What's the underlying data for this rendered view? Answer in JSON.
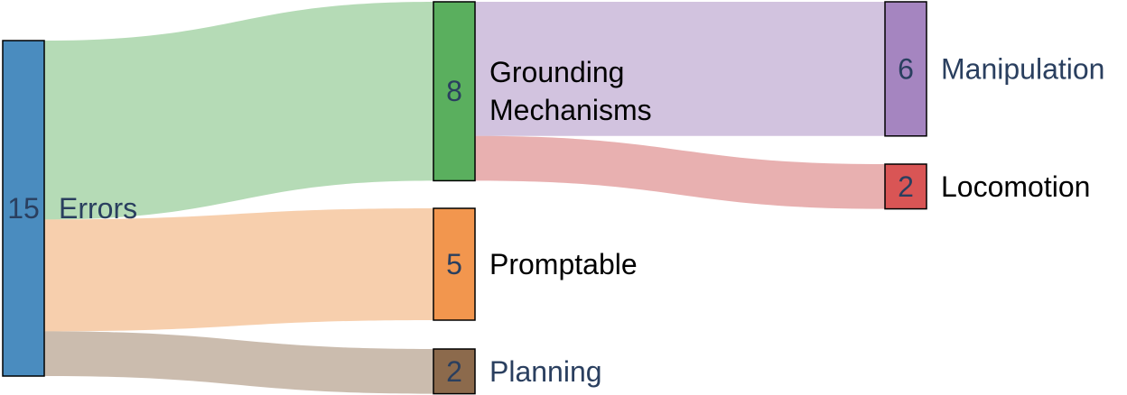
{
  "chart_data": {
    "type": "sankey",
    "nodes": [
      {
        "id": "errors",
        "value": 15,
        "label_lines": [
          "Errors"
        ],
        "label_color": "#2a3f5f",
        "color": "#4a8cbf"
      },
      {
        "id": "grounding",
        "value": 8,
        "label_lines": [
          "Grounding",
          "Mechanisms"
        ],
        "label_color": "#000000",
        "color": "#5aaf5e"
      },
      {
        "id": "promptable",
        "value": 5,
        "label_lines": [
          "Promptable"
        ],
        "label_color": "#000000",
        "color": "#f2964e"
      },
      {
        "id": "planning",
        "value": 2,
        "label_lines": [
          "Planning"
        ],
        "label_color": "#2a3f5f",
        "color": "#8c6a4c"
      },
      {
        "id": "manipulation",
        "value": 6,
        "label_lines": [
          "Manipulation"
        ],
        "label_color": "#2a3f5f",
        "color": "#a585c0"
      },
      {
        "id": "locomotion",
        "value": 2,
        "label_lines": [
          "Locomotion"
        ],
        "label_color": "#000000",
        "color": "#d95555"
      }
    ],
    "links": [
      {
        "source": "errors",
        "target": "grounding",
        "value": 8,
        "color": "#5aaf5e"
      },
      {
        "source": "errors",
        "target": "promptable",
        "value": 5,
        "color": "#ee944a"
      },
      {
        "source": "errors",
        "target": "planning",
        "value": 2,
        "color": "#8c6a4c"
      },
      {
        "source": "grounding",
        "target": "manipulation",
        "value": 6,
        "color": "#9c7ab8"
      },
      {
        "source": "grounding",
        "target": "locomotion",
        "value": 2,
        "color": "#cc4f4f"
      }
    ]
  }
}
